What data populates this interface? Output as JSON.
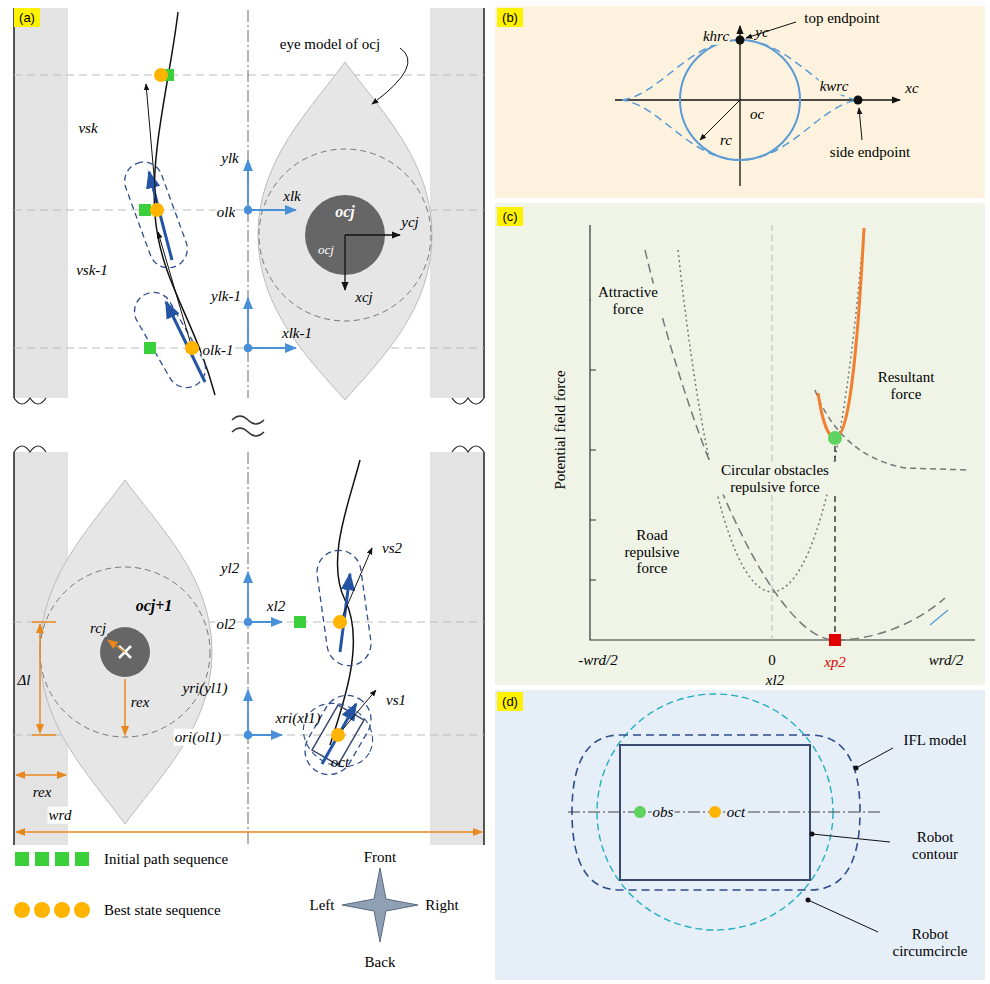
{
  "diagram": {
    "nodes": [
      {
        "text": [
          "(a)"
        ]
      },
      {
        "text": [
          "(b)"
        ]
      },
      {
        "text": [
          "(c)"
        ]
      },
      {
        "text": [
          "(d)"
        ]
      }
    ],
    "labels": [
      "eye model of ocj",
      "vsk",
      "ylk",
      "olk",
      "xlk",
      "ocj",
      "ocj",
      "ycj",
      "xcj",
      "vsk-1",
      "ylk-1",
      "olk-1",
      "xlk-1",
      "yl2",
      "ol2",
      "xl2",
      "vs2",
      "ocj+1",
      "rcj",
      "rex",
      "Δl",
      "yri(yl1)",
      "ori(ol1)",
      "xri(xl1)",
      "vs1",
      "oct",
      "rex",
      "wrd",
      "Front",
      "Left",
      "Right",
      "Back",
      "yc",
      "top endpoint",
      "khrc",
      "kwrc",
      "xc",
      "side endpoint",
      "rc",
      "oc",
      "Resultant force",
      "Attractive force",
      "Circular obstacles repulsive force",
      "Road repulsive force",
      "Potential field force",
      "-wrd/2",
      "0",
      "wrd/2",
      "xp2",
      "xl2",
      "IFL model",
      "Robot contour",
      "Robot circumcircle",
      "obs",
      "oct"
    ],
    "legend": [
      {
        "text": "Initial path sequence",
        "color": "#3ccf3c"
      },
      {
        "text": "Best state sequence",
        "color": "#ffb400"
      }
    ]
  }
}
